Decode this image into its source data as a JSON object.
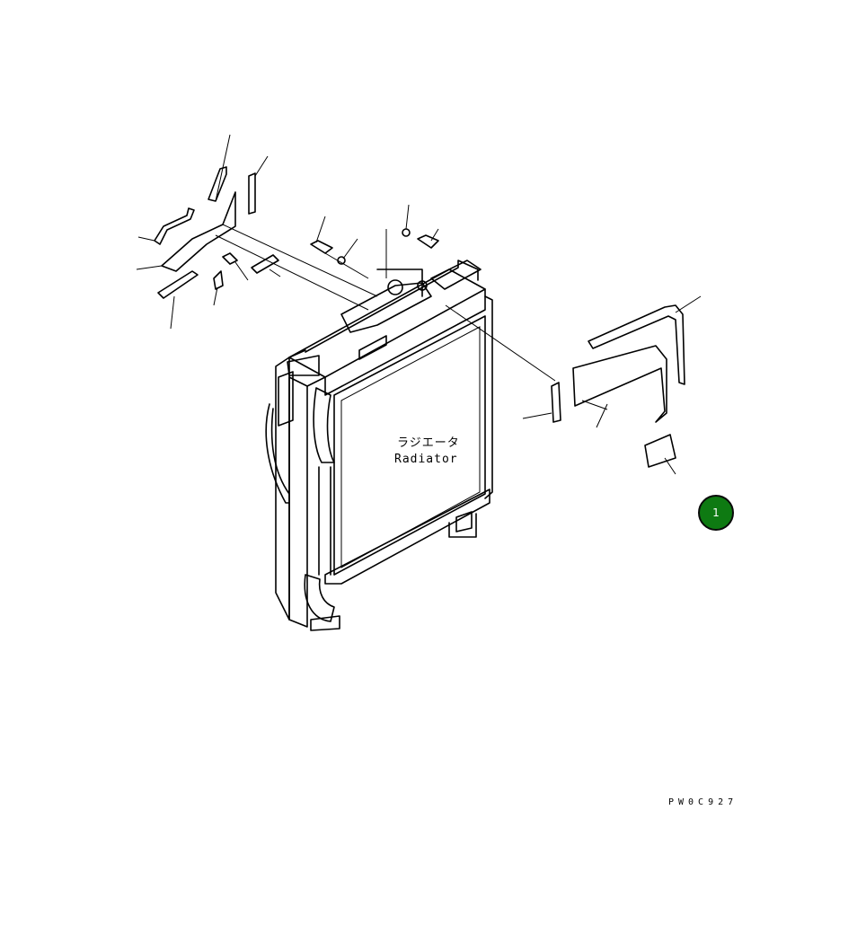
{
  "labels": {
    "radiator_jp": "ラジエータ",
    "radiator_en": "Radiator"
  },
  "drawing_code": "PW0C927",
  "callout": {
    "number": "1",
    "color": "#0e7a12"
  }
}
